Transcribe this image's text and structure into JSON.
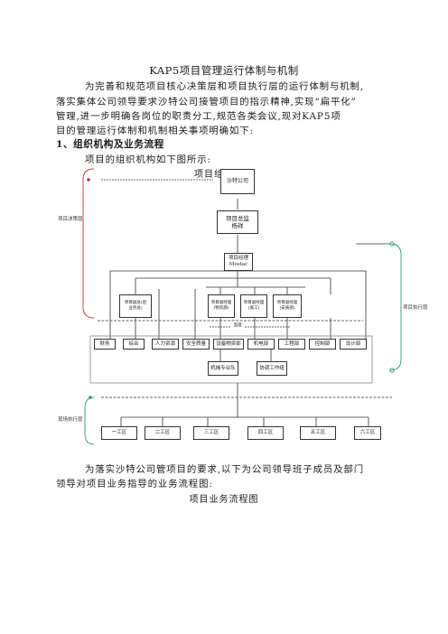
{
  "title": "KAP5项目管理运行体制与机制",
  "intro": [
    "为完善和规范项目核心决策层和项目执行层的运行体制与机制,",
    "落实集体公司领导要求沙特公司接管项目的指示精神,实现“扁平化”",
    "管理,进一步明确各岗位的职责分工,规范各类会议,现对KAP5项",
    "目的管理运行体制和机制相关事项明确如下:"
  ],
  "section1_heading": "1、组织机构及业务流程",
  "org_intro": "项目的组织机构如下图所示:",
  "org_caption": "项目组织机构",
  "org_chart": {
    "top": "沙特公司",
    "director": "项目总监\n杨祥",
    "manager": "项目经理\nMostac",
    "deputies": [
      "项目副总(后\n业务总)",
      "项目副经理\n(物资部)",
      "项目副经理\n(施工)",
      "项目副经理\n(安质部)"
    ],
    "departments": [
      "财务",
      "综合",
      "人力资源",
      "安全质量",
      "设备物资部",
      "机电部",
      "工程部",
      "控制部",
      "设计部"
    ],
    "sub_units": [
      "机械专业队",
      "协调工作组"
    ],
    "jianli_tag": "监理",
    "layer_labels": [
      "项目决策层",
      "项目执行层",
      "现场执行层"
    ],
    "work_areas": [
      "一工区",
      "二工区",
      "三工区",
      "四工区",
      "五工区",
      "六工区"
    ]
  },
  "para2": [
    "为落实沙特公司管项目的要求,以下为公司领导班子成员及部门",
    "领导对项目业务指导的业务流程图:"
  ],
  "flow_caption": "项目业务流程图",
  "colors": {
    "red_bracket": "#c8303a",
    "green_bracket": "#2f9e6a",
    "line": "#333333"
  }
}
